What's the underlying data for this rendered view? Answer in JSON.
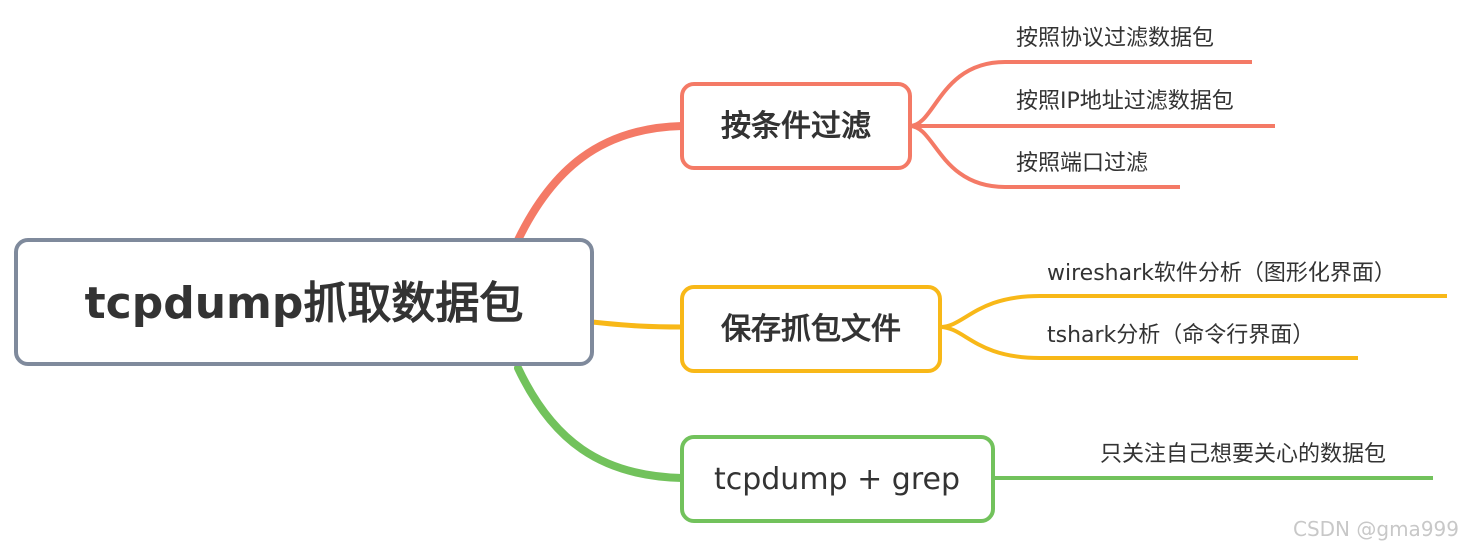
{
  "root": {
    "label": "tcpdump抓取数据包",
    "color": "#7f8a9c"
  },
  "branches": [
    {
      "label": "按条件过滤",
      "color": "#f47a66",
      "leaves": [
        "按照协议过滤数据包",
        "按照IP地址过滤数据包",
        "按照端口过滤"
      ]
    },
    {
      "label": "保存抓包文件",
      "color": "#f8b818",
      "leaves": [
        "wireshark软件分析（图形化界面）",
        "tshark分析（命令行界面）"
      ]
    },
    {
      "label": "tcpdump + grep",
      "color": "#72c25c",
      "leaves": [
        "只关注自己想要关心的数据包"
      ]
    }
  ],
  "watermark": "CSDN @gma999"
}
